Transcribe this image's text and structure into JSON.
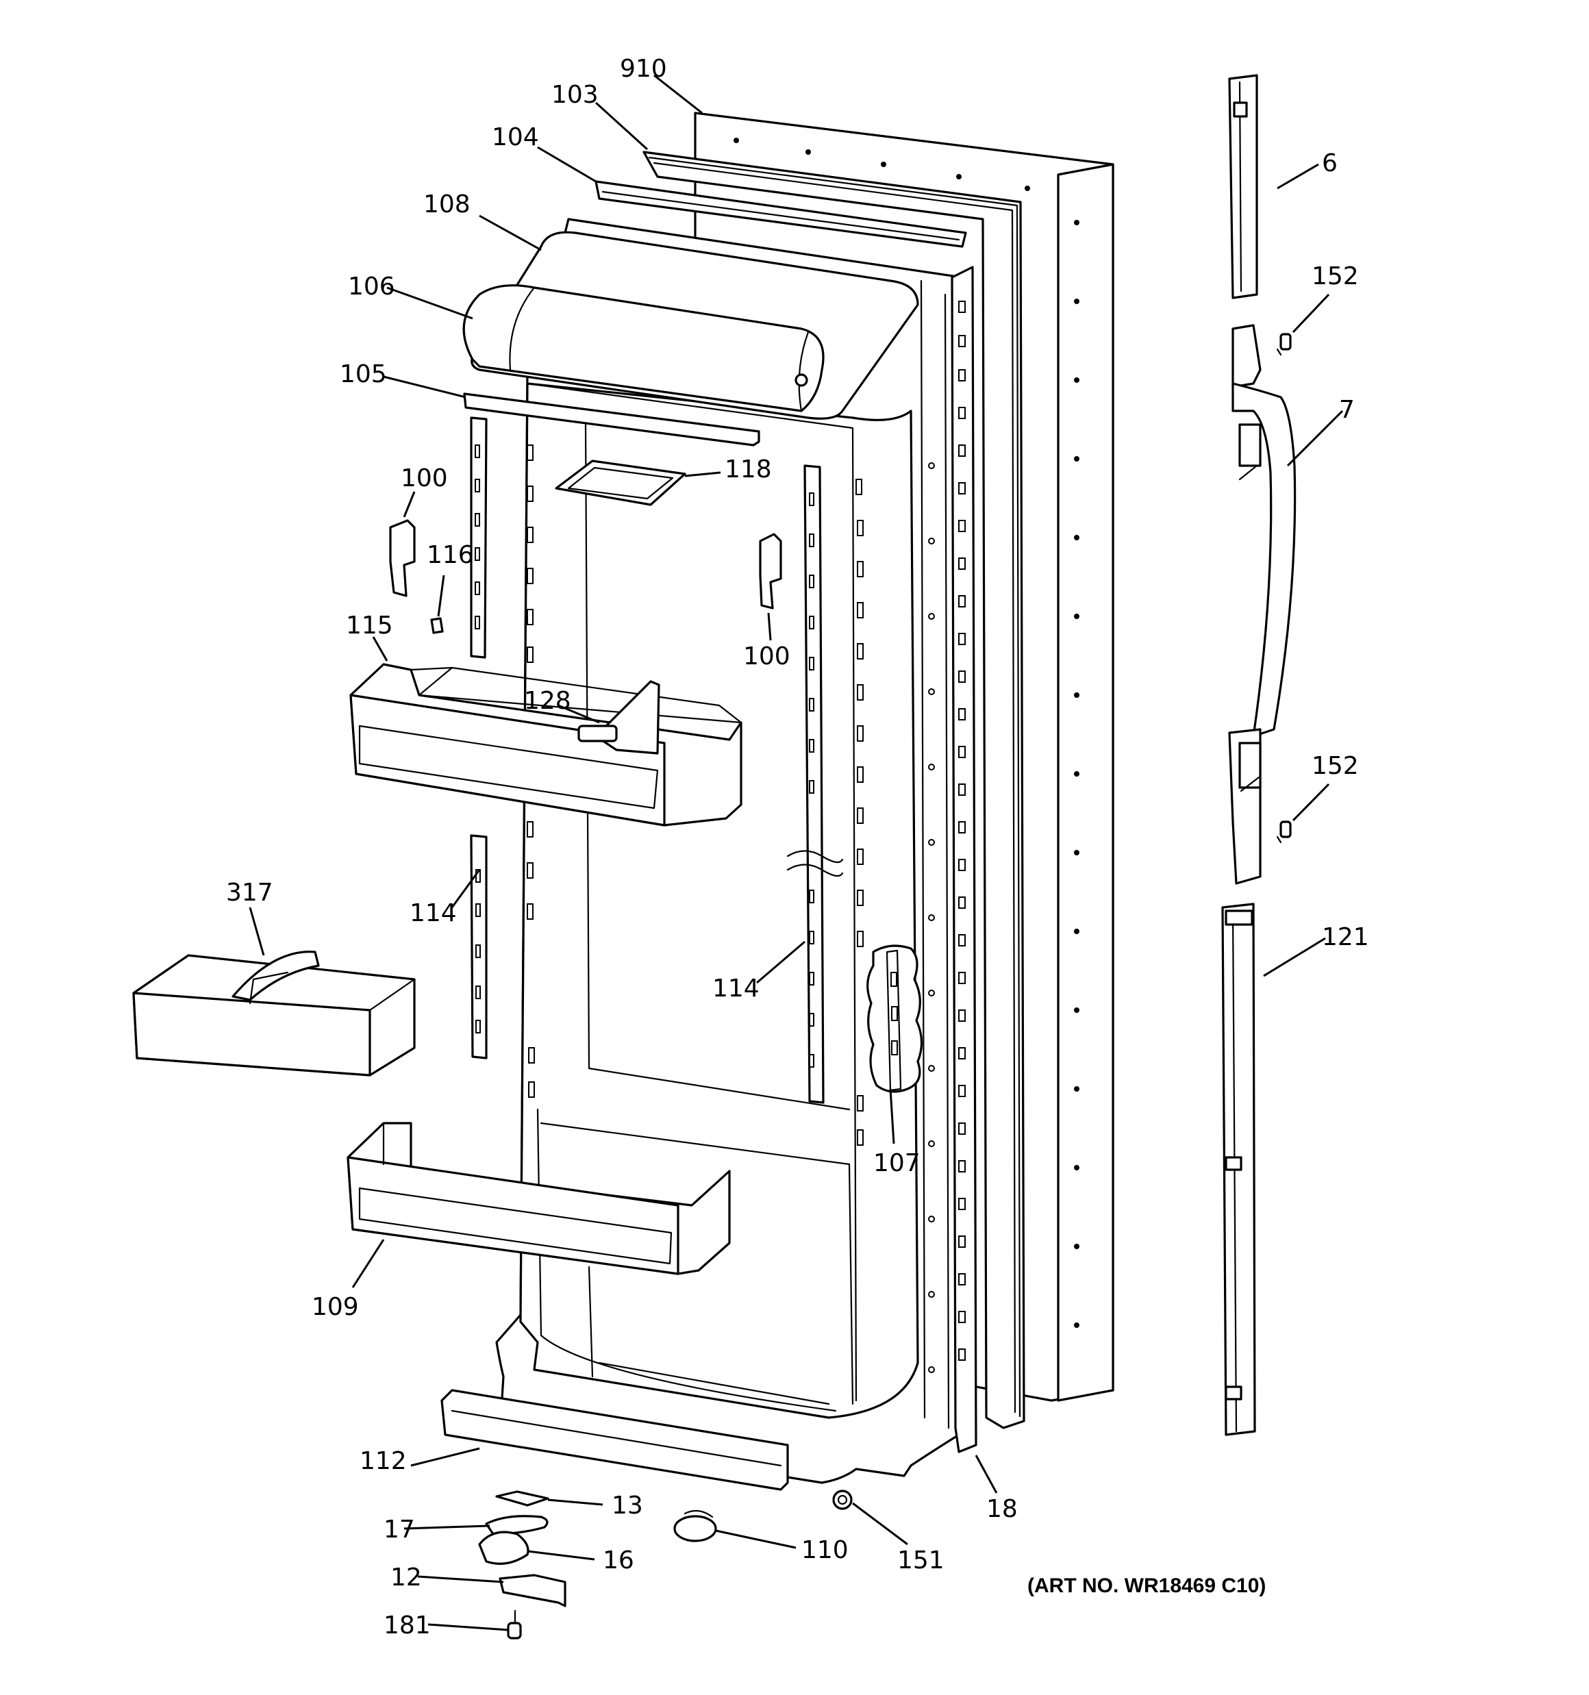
{
  "diagram": {
    "art_number": "(ART NO. WR18469 C10)",
    "callouts": {
      "c910": "910",
      "c103": "103",
      "c104": "104",
      "c108": "108",
      "c106": "106",
      "c105": "105",
      "c118": "118",
      "c100a": "100",
      "c116": "116",
      "c100b": "100",
      "c115": "115",
      "c128": "128",
      "c317": "317",
      "c114a": "114",
      "c114b": "114",
      "c107": "107",
      "c109": "109",
      "c112": "112",
      "c13": "13",
      "c17": "17",
      "c16": "16",
      "c12": "12",
      "c181": "181",
      "c110": "110",
      "c151": "151",
      "c18": "18",
      "c6": "6",
      "c152a": "152",
      "c7": "7",
      "c152b": "152",
      "c121": "121"
    }
  }
}
